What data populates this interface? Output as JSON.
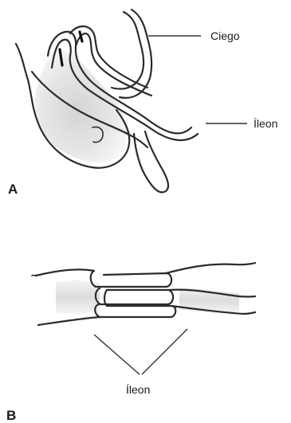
{
  "panel_a": {
    "letter": "A",
    "label_upper": "Ciego",
    "label_lower": "Íleon"
  },
  "panel_b": {
    "letter": "B",
    "label": "Íleon"
  }
}
